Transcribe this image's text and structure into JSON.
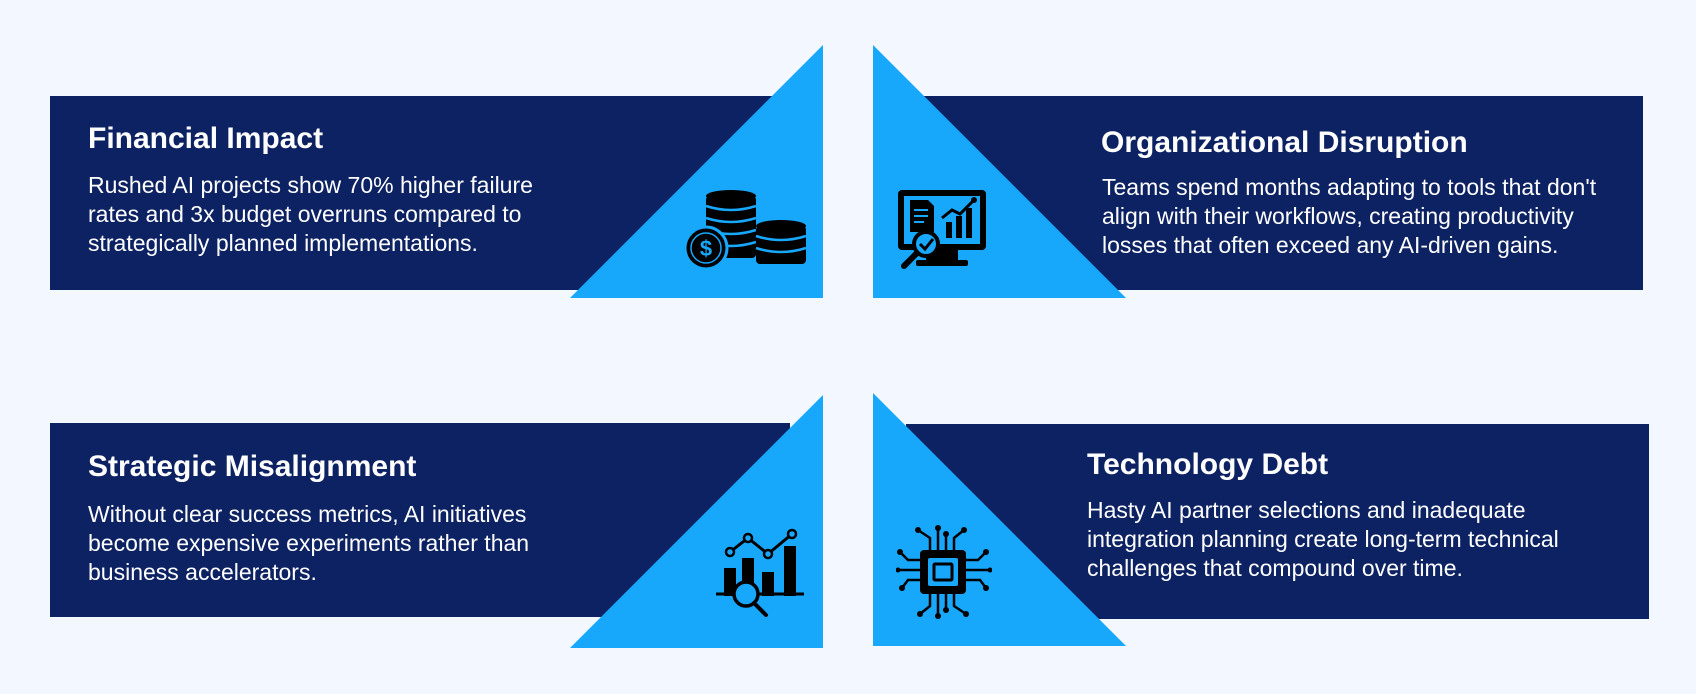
{
  "colors": {
    "background": "#f3f7ff",
    "card": "#0d2262",
    "accent": "#17a8fc",
    "icon": "#000000",
    "text": "#ffffff"
  },
  "panels": [
    {
      "title": "Financial Impact",
      "description": "Rushed AI projects show 70% higher failure rates and 3x budget overruns compared to strategically planned implementations.",
      "icon": "coins-dollar-icon"
    },
    {
      "title": "Organizational Disruption",
      "description": "Teams spend months adapting to tools that don't align with their workflows, creating productivity losses that often exceed any AI-driven gains.",
      "icon": "monitor-analytics-icon"
    },
    {
      "title": "Strategic Misalignment",
      "description": "Without clear success metrics, AI initiatives become expensive experiments rather than business accelerators.",
      "icon": "chart-magnifier-icon"
    },
    {
      "title": "Technology Debt",
      "description": "Hasty AI partner selections and inadequate integration planning create long-term technical challenges that compound over time.",
      "icon": "circuit-chip-icon"
    }
  ]
}
